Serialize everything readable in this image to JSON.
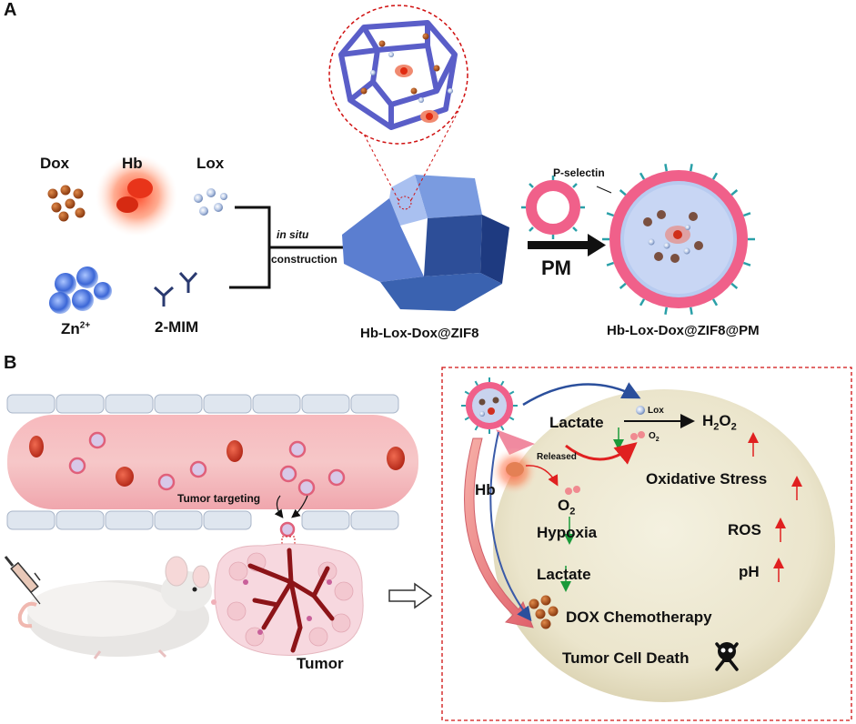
{
  "panel_a": {
    "letter": "A",
    "dox": "Dox",
    "hb": "Hb",
    "lox": "Lox",
    "zn": "Zn",
    "zn_sup": "2+",
    "mim": "2-MIM",
    "in_situ": "in situ",
    "construction": "construction",
    "nanoparticle": "Hb-Lox-Dox@ZIF8",
    "p_selectin": "P-selectin",
    "pm": "PM",
    "coated": "Hb-Lox-Dox@ZIF8@PM"
  },
  "panel_b": {
    "letter": "B",
    "tumor_targeting": "Tumor targeting",
    "tumor": "Tumor",
    "lactate_top": "Lactate",
    "lox": "Lox",
    "o2_small": "O",
    "o2_small_sub": "2",
    "h2o2_h": "H",
    "h2o2_2a": "2",
    "h2o2_o": "O",
    "h2o2_2b": "2",
    "released": "Released",
    "hb": "Hb",
    "o2": "O",
    "o2_sub": "2",
    "oxidative_stress": "Oxidative Stress",
    "hypoxia": "Hypoxia",
    "ros": "ROS",
    "lactate": "Lactate",
    "ph": "pH",
    "dox_chemo": "DOX Chemotherapy",
    "cell_death": "Tumor Cell Death"
  },
  "colors": {
    "arrow_up": "#e02020",
    "arrow_down": "#1a9a3a",
    "membrane": "#f0608a",
    "zif": "#3a62b0",
    "vessel": "#f3a8b0",
    "cell_bg": "#ece7cf"
  }
}
